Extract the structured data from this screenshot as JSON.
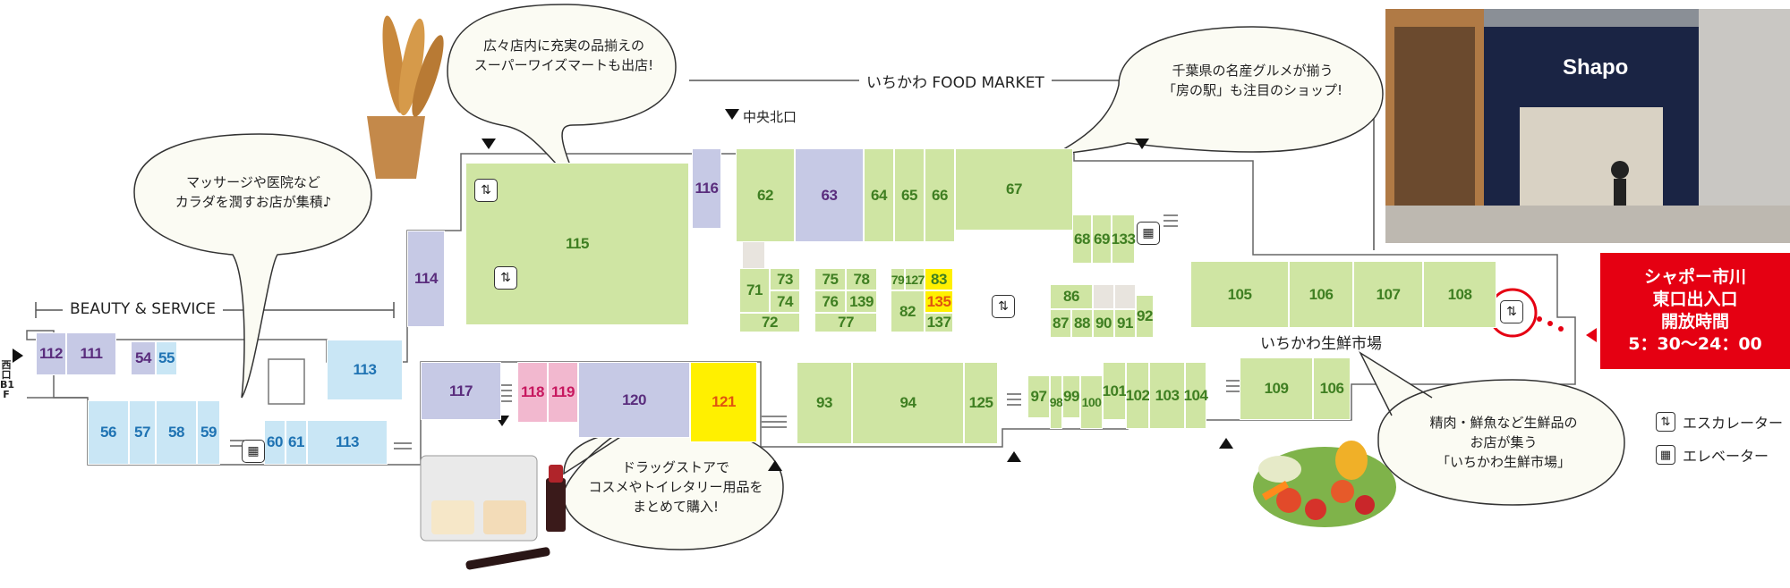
{
  "sections": {
    "food_market": "いちかわ FOOD MARKET",
    "beauty": "BEAUTY & SERVICE",
    "fresh_market": "いちかわ生鮮市場"
  },
  "entrances": {
    "north": "中央北口",
    "west": [
      "西",
      "口",
      "B1",
      "F"
    ]
  },
  "bubbles": {
    "supermarket": [
      "広々店内に充実の品揃えの",
      "スーパーワイズマートも出店!"
    ],
    "chiba": [
      "千葉県の名産グルメが揃う",
      "「房の駅」も注目のショップ!"
    ],
    "beauty": [
      "マッサージや医院など",
      "カラダを潤すお店が集積♪"
    ],
    "drugstore": [
      "ドラッグストアで",
      "コスメやトイレタリー用品を",
      "まとめて購入!"
    ],
    "fresh": [
      "精肉・鮮魚など生鮮品の",
      "お店が集う",
      "「いちかわ生鮮市場」"
    ]
  },
  "info_box": [
    "シャポー市川",
    "東口出入口",
    "開放時間",
    "5：30〜24：00"
  ],
  "legend": {
    "escalator": "エスカレーター",
    "elevator": "エレベーター"
  },
  "photo": {
    "sign": "Shapo"
  },
  "colors": {
    "green": "#cfe5a3",
    "green_text": "#3f7f22",
    "blue": "#c9e6f5",
    "blue_text": "#1f73b3",
    "purple": "#c6c9e5",
    "purple_text": "#5a2d7d",
    "pink": "#f2b8cf",
    "pink_text": "#c7185f",
    "yellow": "#fff000",
    "yellow_text": "#e0550f",
    "red": "#e50012"
  },
  "shops": {
    "s112": "112",
    "s111": "111",
    "s54": "54",
    "s55": "55",
    "s113a": "113",
    "s56": "56",
    "s57": "57",
    "s58": "58",
    "s59": "59",
    "s60": "60",
    "s61": "61",
    "s113b": "113",
    "s114": "114",
    "s115": "115",
    "s116": "116",
    "s62": "62",
    "s63": "63",
    "s64": "64",
    "s65": "65",
    "s66": "66",
    "s67": "67",
    "s68": "68",
    "s69": "69",
    "s133": "133",
    "s71": "71",
    "s73": "73",
    "s74": "74",
    "s72": "72",
    "s75": "75",
    "s78": "78",
    "s76": "76",
    "s139": "139",
    "s77": "77",
    "s79": "79",
    "s127": "127",
    "s83": "83",
    "s82": "82",
    "s135": "135",
    "s137": "137",
    "s86": "86",
    "s87": "87",
    "s88": "88",
    "s90": "90",
    "s91": "91",
    "s92": "92",
    "s105": "105",
    "s106a": "106",
    "s107": "107",
    "s108": "108",
    "s117": "117",
    "s118": "118",
    "s119": "119",
    "s120": "120",
    "s121": "121",
    "s93": "93",
    "s94": "94",
    "s125": "125",
    "s97": "97",
    "s98": "98",
    "s99": "99",
    "s100": "100",
    "s101": "101",
    "s102": "102",
    "s103": "103",
    "s104": "104",
    "s109": "109",
    "s106b": "106"
  }
}
